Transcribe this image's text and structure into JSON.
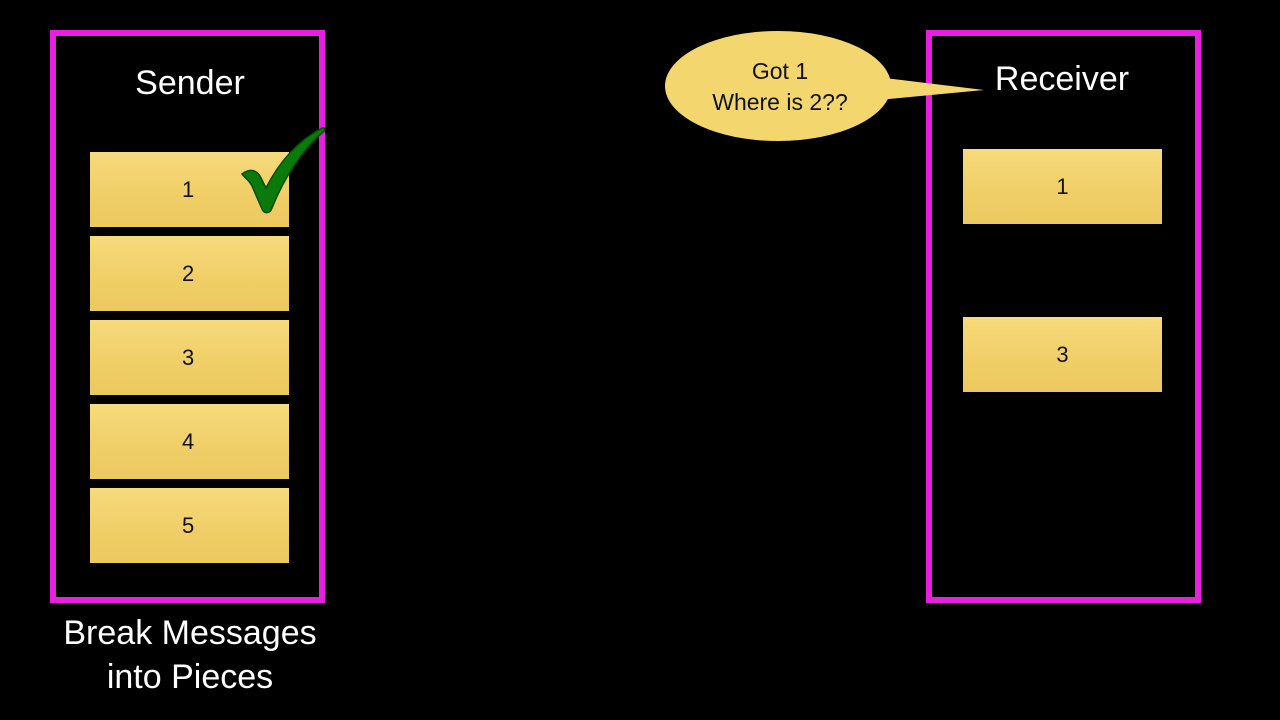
{
  "sender": {
    "title": "Sender",
    "packets": [
      "1",
      "2",
      "3",
      "4",
      "5"
    ],
    "caption_line1": "Break Messages",
    "caption_line2": "into Pieces"
  },
  "receiver": {
    "title": "Receiver",
    "packets": [
      "1",
      "3"
    ]
  },
  "speech_bubble": {
    "line1": "Got 1",
    "line2": "Where is 2??"
  },
  "colors": {
    "background": "#000000",
    "frame": "#e81ee0",
    "packet": "#f0cf68",
    "bubble": "#f3d66e",
    "checkmark": "#0a7a0a"
  },
  "icons": {
    "acknowledged": "checkmark-icon"
  }
}
